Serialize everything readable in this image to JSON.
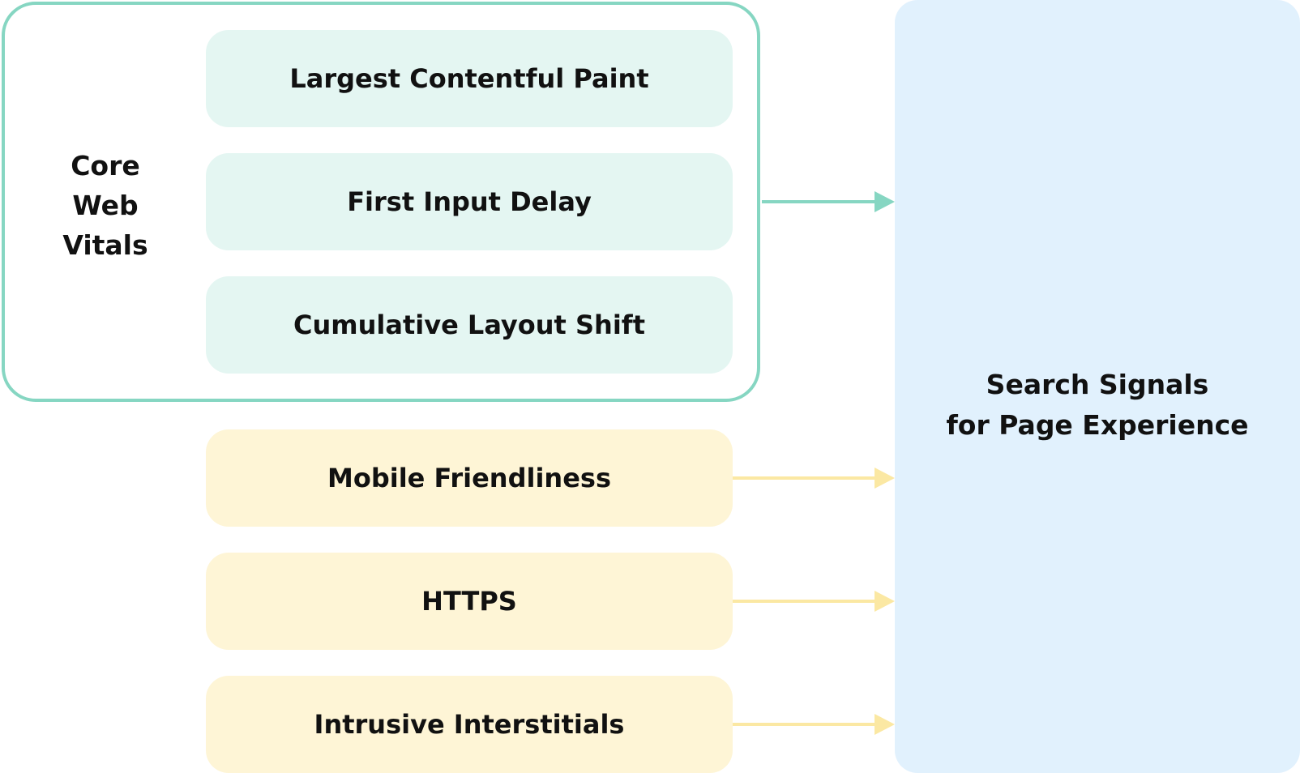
{
  "group": {
    "label_lines": [
      "Core",
      "Web",
      "Vitals"
    ]
  },
  "vitals": [
    {
      "label": "Largest Contentful Paint"
    },
    {
      "label": "First Input Delay"
    },
    {
      "label": "Cumulative Layout Shift"
    }
  ],
  "others": [
    {
      "label": "Mobile Friendliness"
    },
    {
      "label": "HTTPS"
    },
    {
      "label": "Intrusive Interstitials"
    }
  ],
  "target": {
    "label_lines": [
      "Search Signals",
      "for Page Experience"
    ]
  },
  "colors": {
    "vital_border": "#86d6c2",
    "vital_fill": "#e4f6f2",
    "other_fill": "#fef5d6",
    "target_fill": "#e1f1fd",
    "vital_arrow": "#86d6c2",
    "other_arrow": "#fbe8a3"
  }
}
